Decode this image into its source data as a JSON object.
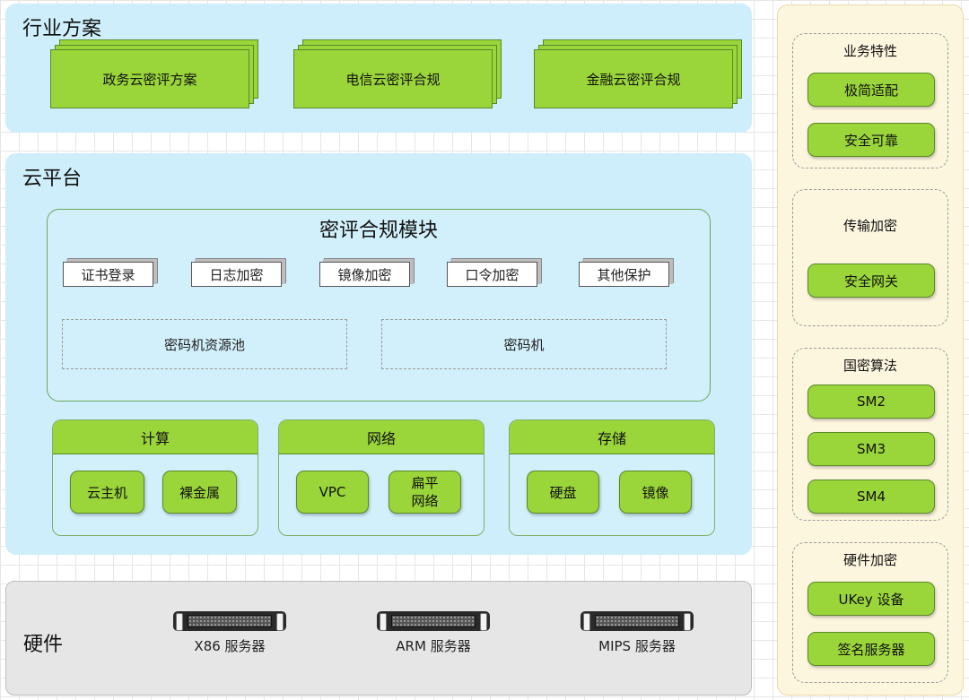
{
  "industry": {
    "title": "行业方案",
    "items": [
      "政务云密评方案",
      "电信云密评合规",
      "金融云密评合规"
    ]
  },
  "cloud": {
    "title": "云平台",
    "module": {
      "title": "密评合规模块",
      "boxes": [
        "证书登录",
        "日志加密",
        "镜像加密",
        "口令加密",
        "其他保护"
      ],
      "pools": [
        "密码机资源池",
        "密码机"
      ]
    },
    "groups": [
      {
        "title": "计算",
        "items": [
          "云主机",
          "裸金属"
        ]
      },
      {
        "title": "网络",
        "items": [
          "VPC",
          "扁平\n网络"
        ]
      },
      {
        "title": "存储",
        "items": [
          "硬盘",
          "镜像"
        ]
      }
    ]
  },
  "hardware": {
    "title": "硬件",
    "servers": [
      "X86 服务器",
      "ARM 服务器",
      "MIPS 服务器"
    ]
  },
  "sidebar": {
    "sections": [
      {
        "title": "业务特性",
        "items": [
          "极简适配",
          "安全可靠"
        ]
      },
      {
        "title": "传输加密",
        "items": [
          "安全网关"
        ]
      },
      {
        "title": "国密算法",
        "items": [
          "SM2",
          "SM3",
          "SM4"
        ]
      },
      {
        "title": "硬件加密",
        "items": [
          "UKey 设备",
          "签名服务器"
        ]
      }
    ]
  },
  "colors": {
    "green_fill": "#9ad53a",
    "blue_panel": "#cdeefa",
    "gray_panel": "#e6e6e6",
    "yellow_panel": "#fdf6df"
  }
}
